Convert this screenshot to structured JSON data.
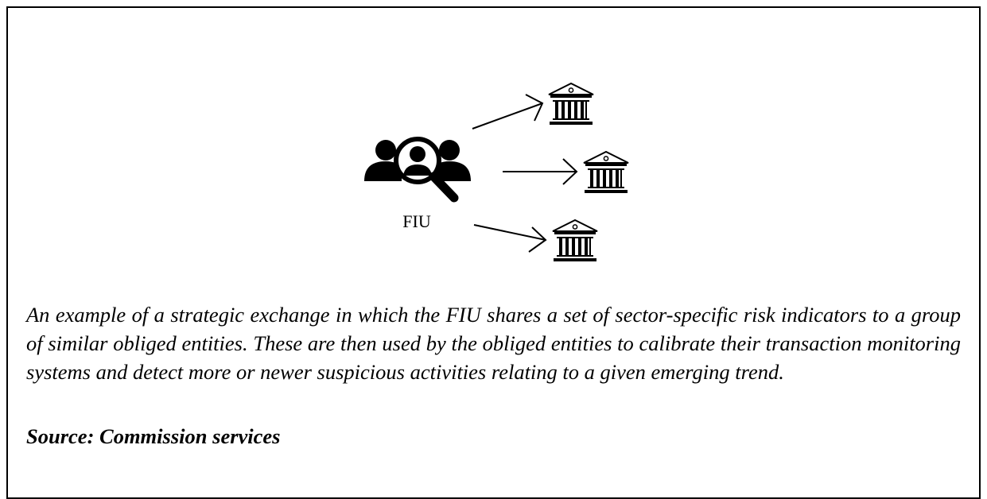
{
  "diagram": {
    "hub_label": "FIU",
    "hub_icon": "investigator-group-magnifier-icon",
    "target_icon": "bank-building-icon"
  },
  "caption": "An example of a strategic exchange in which the FIU shares a set of sector-specific risk indicators to a group of similar obliged entities. These are then used by the obliged entities to calibrate their transaction monitoring systems and detect more or newer suspicious activities relating to a given emerging trend.",
  "source": "Source: Commission services"
}
